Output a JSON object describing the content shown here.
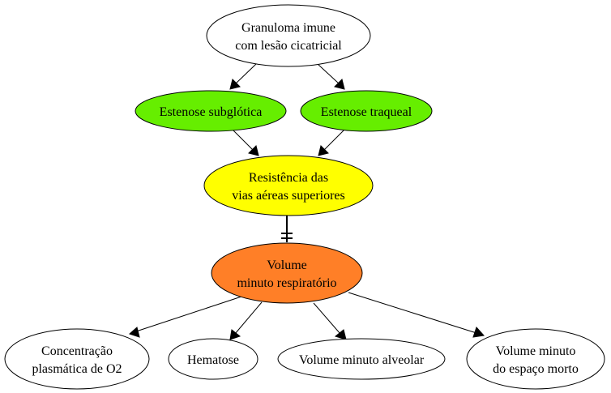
{
  "nodes": {
    "granuloma": {
      "lines": [
        "Granuloma imune",
        "com lesão cicatricial"
      ],
      "fill": "#ffffff"
    },
    "estenose_subglotica": {
      "lines": [
        "Estenose subglótica"
      ],
      "fill": "#66ee00"
    },
    "estenose_traqueal": {
      "lines": [
        "Estenose traqueal"
      ],
      "fill": "#66ee00"
    },
    "resistencia": {
      "lines": [
        "Resistência das",
        "vias aéreas superiores"
      ],
      "fill": "#ffff00"
    },
    "volume_minuto": {
      "lines": [
        "Volume",
        "minuto respiratório"
      ],
      "fill": "#ff7f27"
    },
    "concentracao": {
      "lines": [
        "Concentração",
        "plasmática de O2"
      ],
      "fill": "#ffffff"
    },
    "hematose": {
      "lines": [
        "Hematose"
      ],
      "fill": "#ffffff"
    },
    "volume_alveolar": {
      "lines": [
        "Volume minuto alveolar"
      ],
      "fill": "#ffffff"
    },
    "volume_espaco_morto": {
      "lines": [
        "Volume minuto",
        "do espaço morto"
      ],
      "fill": "#ffffff"
    }
  },
  "edges": [
    {
      "from": "granuloma",
      "to": "estenose_subglotica",
      "style": "arrow"
    },
    {
      "from": "granuloma",
      "to": "estenose_traqueal",
      "style": "arrow"
    },
    {
      "from": "estenose_subglotica",
      "to": "resistencia",
      "style": "arrow"
    },
    {
      "from": "estenose_traqueal",
      "to": "resistencia",
      "style": "arrow"
    },
    {
      "from": "resistencia",
      "to": "volume_minuto",
      "style": "double-tee"
    },
    {
      "from": "volume_minuto",
      "to": "concentracao",
      "style": "arrow"
    },
    {
      "from": "volume_minuto",
      "to": "hematose",
      "style": "arrow"
    },
    {
      "from": "volume_minuto",
      "to": "volume_alveolar",
      "style": "arrow"
    },
    {
      "from": "volume_minuto",
      "to": "volume_espaco_morto",
      "style": "arrow"
    }
  ]
}
